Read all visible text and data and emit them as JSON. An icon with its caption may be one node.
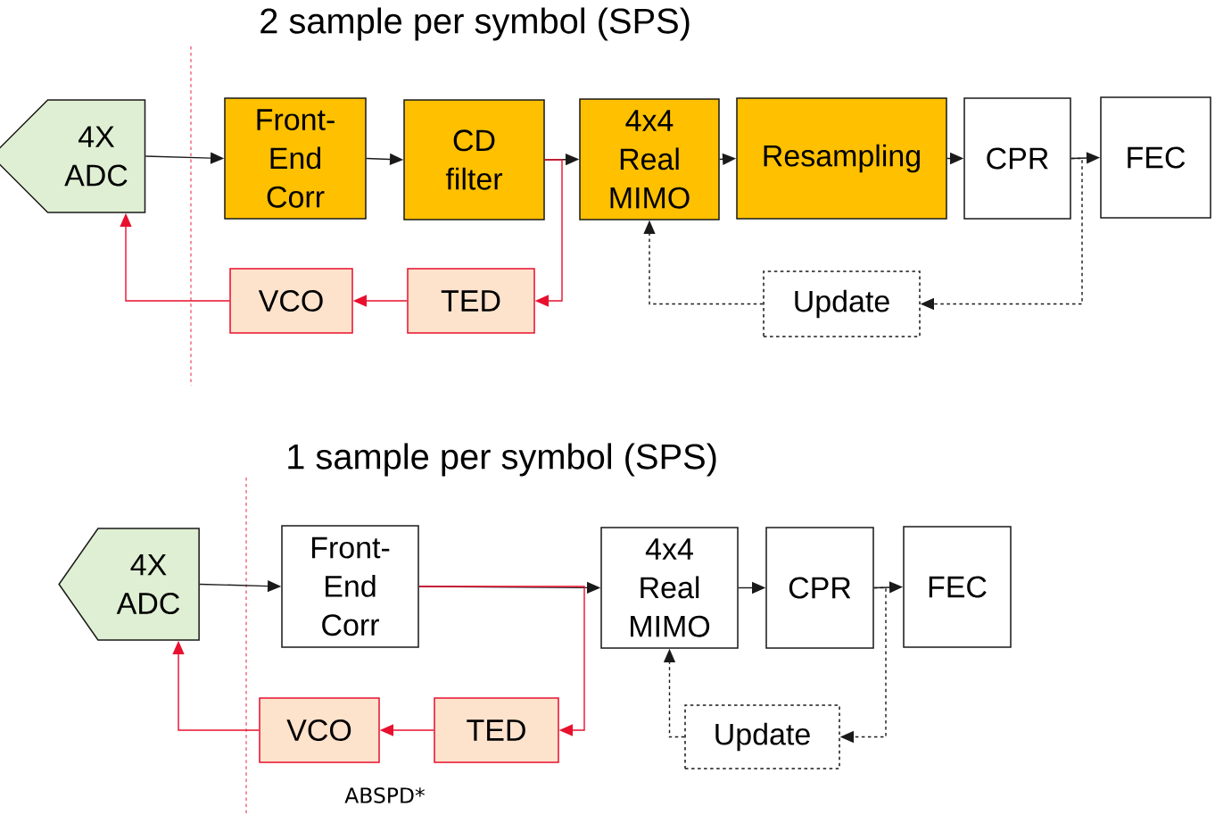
{
  "diagram": {
    "nodes": [
      {
        "text": [
          "4X ADC"
        ]
      },
      {
        "text": [
          "Front- End Corr"
        ]
      },
      {
        "text": [
          "CD filter"
        ]
      },
      {
        "text": [
          "4x4 Real MIMO"
        ]
      },
      {
        "text": [
          "Resampling"
        ]
      },
      {
        "text": [
          "CPR"
        ]
      },
      {
        "text": [
          "FEC"
        ]
      },
      {
        "text": [
          "VCO"
        ]
      },
      {
        "text": [
          "TED"
        ]
      },
      {
        "text": [
          "Update"
        ]
      },
      {
        "text": [
          "4X ADC"
        ]
      },
      {
        "text": [
          "Front- End Corr"
        ]
      },
      {
        "text": [
          "4x4 Real MIMO"
        ]
      },
      {
        "text": [
          "CPR"
        ]
      },
      {
        "text": [
          "FEC"
        ]
      },
      {
        "text": [
          "VCO"
        ]
      },
      {
        "text": [
          "TED"
        ]
      },
      {
        "text": [
          "Update"
        ]
      }
    ],
    "edges": [
      {
        "from": 0,
        "to": 1,
        "arrow": "to"
      },
      {
        "from": 1,
        "to": 2,
        "arrow": "to"
      },
      {
        "from": 2,
        "to": 3,
        "arrow": "to"
      },
      {
        "from": 3,
        "to": 4,
        "arrow": "to"
      },
      {
        "from": 4,
        "to": 5,
        "arrow": "to"
      },
      {
        "from": 5,
        "to": 6,
        "arrow": "to"
      },
      {
        "from": 2,
        "to": 8,
        "arrow": "to",
        "color": "#e8102e"
      },
      {
        "from": 8,
        "to": 7,
        "arrow": "to",
        "color": "#e8102e"
      },
      {
        "from": 7,
        "to": 0,
        "arrow": "to",
        "color": "#e8102e"
      },
      {
        "from": 5,
        "to": 9,
        "arrow": "to",
        "style": "dashed"
      },
      {
        "from": 9,
        "to": 3,
        "arrow": "to",
        "style": "dashed"
      },
      {
        "from": 10,
        "to": 11,
        "arrow": "to"
      },
      {
        "from": 11,
        "to": 12,
        "arrow": "to"
      },
      {
        "from": 12,
        "to": 13,
        "arrow": "to"
      },
      {
        "from": 13,
        "to": 14,
        "arrow": "to"
      },
      {
        "from": 11,
        "to": 16,
        "arrow": "to",
        "color": "#e8102e"
      },
      {
        "from": 16,
        "to": 15,
        "arrow": "to",
        "color": "#e8102e"
      },
      {
        "from": 15,
        "to": 10,
        "arrow": "to",
        "color": "#e8102e"
      },
      {
        "from": 13,
        "to": 17,
        "arrow": "to",
        "style": "dashed"
      },
      {
        "from": 17,
        "to": 12,
        "arrow": "to",
        "style": "dashed"
      }
    ],
    "labels": [
      "2 sample per symbol (SPS)",
      "1 sample per symbol (SPS)",
      "ABSPD*"
    ]
  }
}
